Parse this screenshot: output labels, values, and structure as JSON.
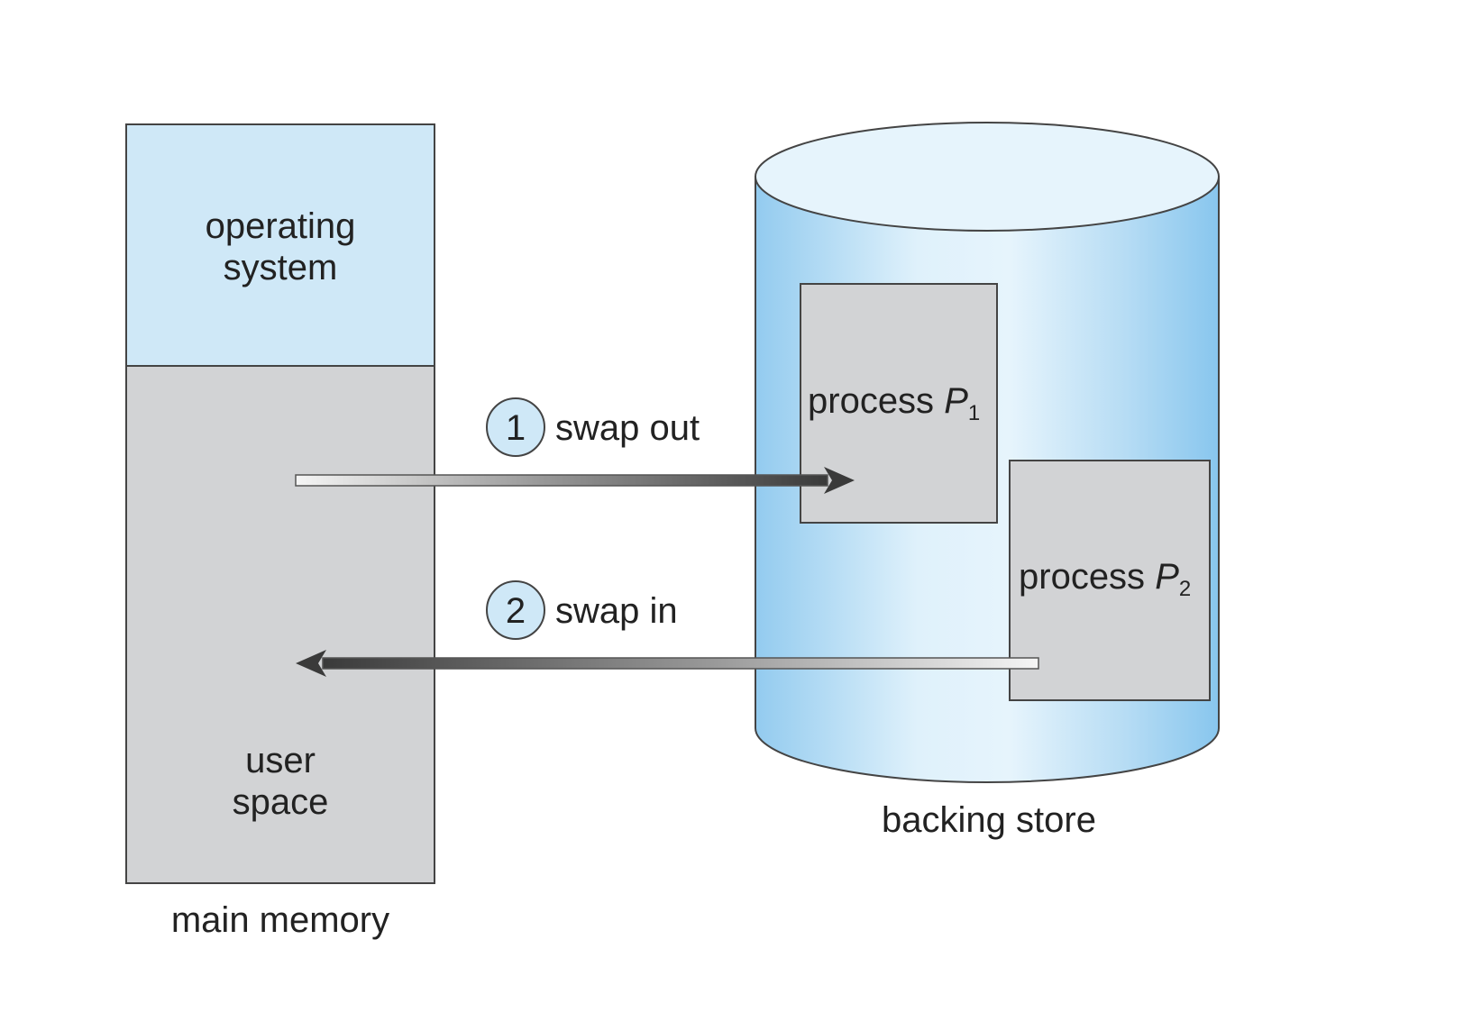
{
  "main_memory": {
    "caption": "main memory",
    "os_region": {
      "line1": "operating",
      "line2": "system"
    },
    "user_region": {
      "line1": "user",
      "line2": "space"
    }
  },
  "backing_store": {
    "caption": "backing store",
    "process1": {
      "label": "process",
      "symbol": "P",
      "subscript": "1"
    },
    "process2": {
      "label": "process",
      "symbol": "P",
      "subscript": "2"
    }
  },
  "steps": [
    {
      "number": "1",
      "label": "swap out"
    },
    {
      "number": "2",
      "label": "swap in"
    }
  ],
  "colors": {
    "os_region": "#cfe8f7",
    "user_region": "#d2d3d5",
    "process_box": "#d2d3d5",
    "cylinder_dark": "#93cbef",
    "cylinder_light": "#e6f4fc",
    "arrow_dark": "#3a3a3a",
    "arrow_light": "#f2f2f2",
    "circle_fill": "#cfe8f7",
    "stroke": "#444444"
  }
}
